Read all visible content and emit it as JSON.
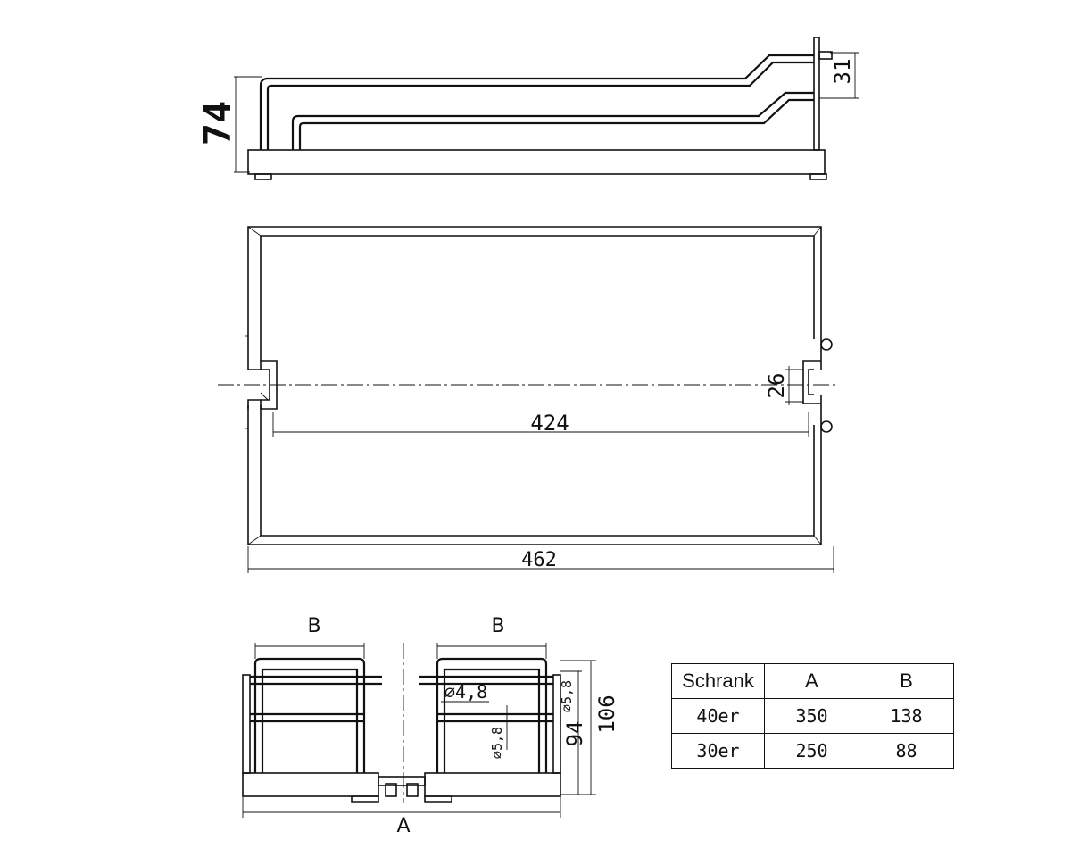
{
  "dimensions": {
    "side_height": "74",
    "top_offset": "31",
    "slot_width": "26",
    "inner_length": "424",
    "total_length": "462",
    "front_height": "106",
    "inner_height": "94",
    "hole_diameter_1": "⌀4,8",
    "hole_diameter_2": "⌀5,8",
    "hole_diameter_3": "⌀5,8"
  },
  "labels": {
    "width_b_left": "B",
    "width_b_right": "B",
    "width_a": "A"
  },
  "table": {
    "headers": [
      "Schrank",
      "A",
      "B"
    ],
    "rows": [
      [
        "40er",
        "350",
        "138"
      ],
      [
        "30er",
        "250",
        "88"
      ]
    ]
  }
}
